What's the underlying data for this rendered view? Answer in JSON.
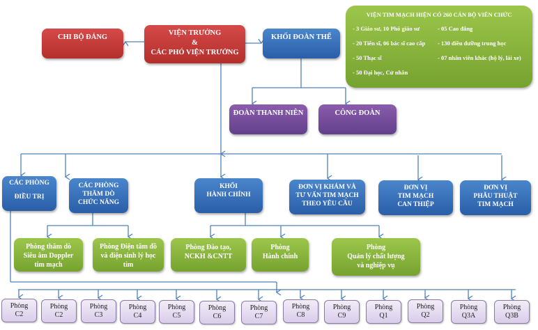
{
  "diagram": {
    "leadership": {
      "lines": [
        "VIỆN TRƯỞNG",
        "&",
        "CÁC PHÓ VIỆN TRƯỞNG"
      ]
    },
    "party_cell": {
      "lines": [
        "CHI BỘ ĐẢNG"
      ]
    },
    "unions_block": {
      "lines": [
        "KHỐI ĐOÀN THỂ"
      ]
    },
    "youth_union": {
      "lines": [
        "ĐOÀN THANH NIÊN"
      ]
    },
    "trade_union": {
      "lines": [
        "CÔNG ĐOÀN"
      ]
    },
    "staff_summary": {
      "title": "VIỆN TIM MẠCH HIỆN CÓ 260 CÁN BỘ VIÊN CHỨC",
      "rows": [
        [
          "- 3 Giáo sư, 10 Phó giáo sư",
          "- 05 Cao đẳng"
        ],
        [
          "- 20 Tiến sĩ, 06 bác sĩ cao cấp",
          "- 130 điều dưỡng trung học"
        ],
        [
          "- 50 Thạc sĩ",
          "- 07 nhân viên khác (hộ lý, lái xe)"
        ],
        [
          "- 50 Đại học, Cử nhân",
          ""
        ]
      ]
    },
    "departments": [
      {
        "lines": [
          "CÁC PHÒNG",
          "ĐIỀU TRỊ"
        ]
      },
      {
        "lines": [
          "CÁC PHÒNG",
          "THĂM DÒ",
          "CHỨC NĂNG"
        ]
      },
      {
        "lines": [
          "KHỐI",
          "HÀNH CHÍNH"
        ]
      },
      {
        "lines": [
          "ĐƠN VỊ KHÁM VÀ",
          "TƯ VẤN TIM MẠCH",
          "THEO YÊU CẦU"
        ]
      },
      {
        "lines": [
          "ĐƠN VỊ",
          "TIM MẠCH",
          "CAN THIỆP"
        ]
      },
      {
        "lines": [
          "ĐƠN VỊ",
          "PHẪU THUẬT",
          "TIM MẠCH"
        ]
      }
    ],
    "diagnostics_rooms": [
      {
        "lines": [
          "Phòng thăm dò",
          "Siêu âm Doppler",
          "tim mạch"
        ]
      },
      {
        "lines": [
          "Phòng Điện tâm đồ",
          "và điện sinh lý học",
          "tim"
        ]
      }
    ],
    "admin_rooms": [
      {
        "lines": [
          "Phòng Đào tạo,",
          "NCKH &CNTT"
        ]
      },
      {
        "lines": [
          "Phòng",
          "Hành chính"
        ]
      },
      {
        "lines": [
          "Phòng",
          "Quản lý chất lượng",
          "và nghiệp vụ"
        ]
      }
    ],
    "treatment_rooms": [
      [
        "Phòng",
        "C2"
      ],
      [
        "Phòng",
        "C2"
      ],
      [
        "Phòng",
        "C3"
      ],
      [
        "Phòng",
        "C4"
      ],
      [
        "Phòng",
        "C5"
      ],
      [
        "Phòng",
        "C6"
      ],
      [
        "Phòng",
        "C7"
      ],
      [
        "Phòng",
        "C8"
      ],
      [
        "Phòng",
        "C9"
      ],
      [
        "Phòng",
        "Q1"
      ],
      [
        "Phòng",
        "Q2"
      ],
      [
        "Phòng",
        "Q3A"
      ],
      [
        "Phòng",
        "Q3B"
      ]
    ],
    "colors": {
      "leadership": "#c23b39",
      "blue_units": "#3a72bb",
      "unions": "#7650a0",
      "rooms_green": "#8ab53e",
      "rooms_lavender": "#e6ddf2",
      "connector": "#4f81bd"
    }
  }
}
